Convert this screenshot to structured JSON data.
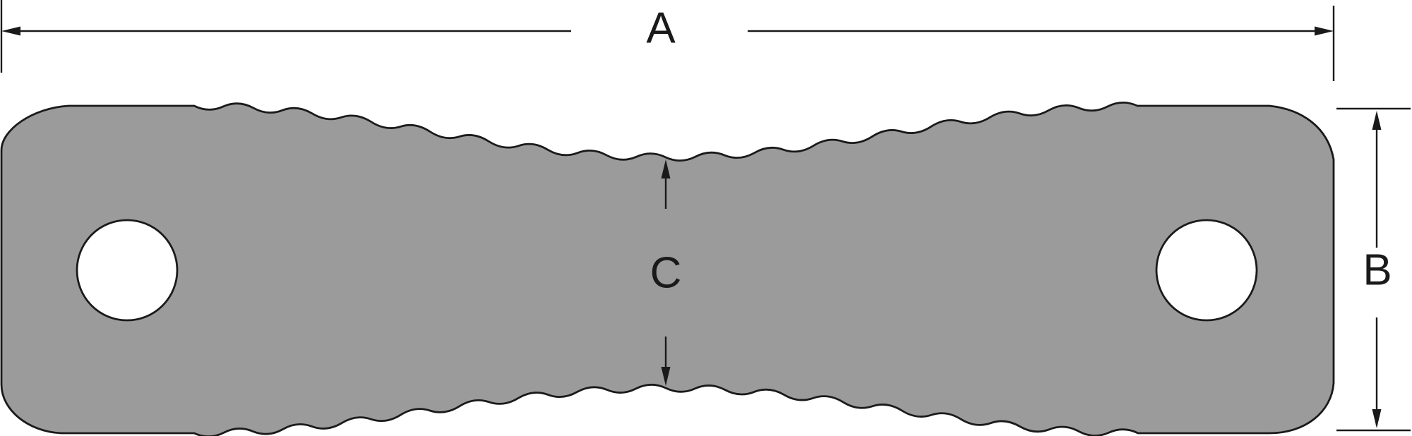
{
  "dimensions": {
    "a": {
      "label": "A"
    },
    "b": {
      "label": "B"
    },
    "c": {
      "label": "C"
    }
  },
  "colors": {
    "part_fill": "#9b9b9b",
    "hole_fill": "#ffffff",
    "line": "#1a1a1a",
    "background": "#ffffff"
  }
}
